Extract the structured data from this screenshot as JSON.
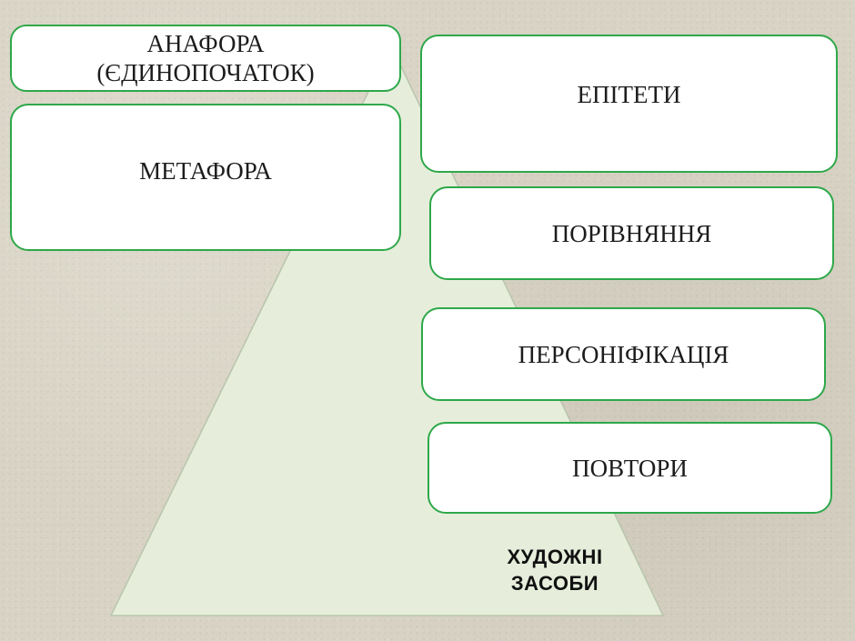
{
  "diagram": {
    "pyramid_title_lines": [
      "ХУДОЖНІ",
      "ЗАСОБИ"
    ],
    "boxes": {
      "anaphora": "АНАФОРА\n(ЄДИНОПОЧАТОК)",
      "metaphor": "МЕТАФОРА",
      "epithets": "ЕПІТЕТИ",
      "comparison": "ПОРІВНЯННЯ",
      "personification": "ПЕРСОНІФІКАЦІЯ",
      "repetitions": "ПОВТОРИ"
    }
  },
  "colors": {
    "box_border": "#2ea84a",
    "box_fill": "#ffffff",
    "pyramid_fill": "#e6eedb",
    "pyramid_stroke": "#b9c5ac",
    "background": "#d8d3c4"
  }
}
